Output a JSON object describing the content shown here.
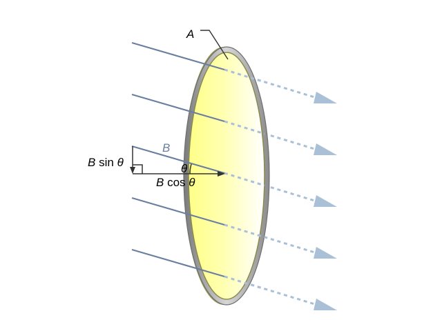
{
  "labels": {
    "area": "A",
    "field": "B",
    "b_sin": "B sin θ",
    "b_cos": "B cos θ",
    "theta": "θ"
  },
  "colors": {
    "field_line": "#6a7fa0",
    "field_dashed": "#a9c0d6",
    "arrow_head": "#a9c0d6",
    "ring": "#a6a6a6",
    "disk_light": "#fffff2",
    "disk_yellow": "#ffff99",
    "disk_dark": "#a8a860",
    "field_label": "#6a7fa0"
  }
}
